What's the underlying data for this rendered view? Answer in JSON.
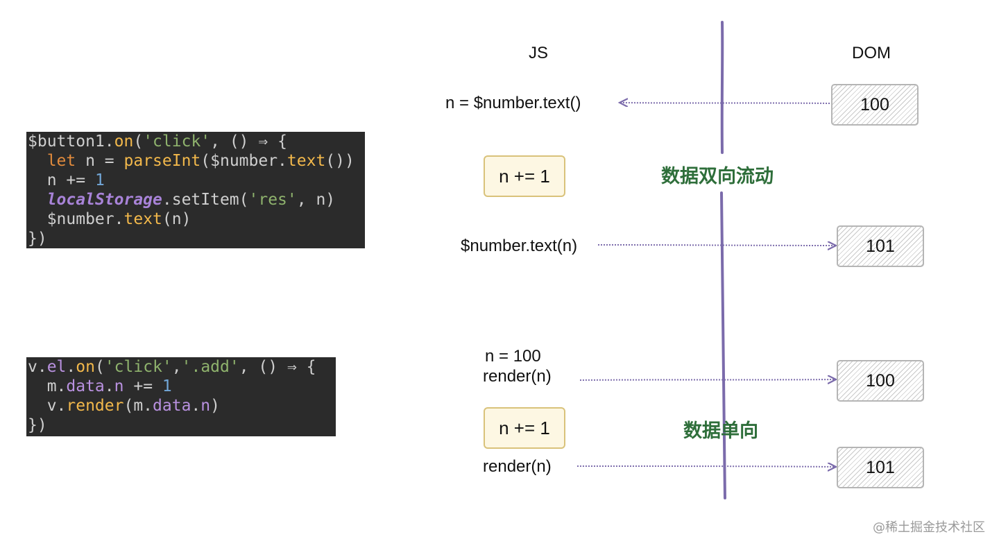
{
  "code_top": [
    [
      {
        "t": "$button1",
        "c": "t-default"
      },
      {
        "t": ".",
        "c": "t-default"
      },
      {
        "t": "on",
        "c": "t-fn"
      },
      {
        "t": "(",
        "c": "t-default"
      },
      {
        "t": "'click'",
        "c": "t-str"
      },
      {
        "t": ", () ⇒ {",
        "c": "t-default"
      }
    ],
    [
      {
        "t": "  ",
        "c": "t-default"
      },
      {
        "t": "let",
        "c": "t-kw"
      },
      {
        "t": " n = ",
        "c": "t-default"
      },
      {
        "t": "parseInt",
        "c": "t-fn"
      },
      {
        "t": "($number.",
        "c": "t-default"
      },
      {
        "t": "text",
        "c": "t-fn"
      },
      {
        "t": "())",
        "c": "t-default"
      }
    ],
    [
      {
        "t": "  n += ",
        "c": "t-default"
      },
      {
        "t": "1",
        "c": "t-num"
      }
    ],
    [
      {
        "t": "  ",
        "c": "t-default"
      },
      {
        "t": "localStorage",
        "c": "t-global"
      },
      {
        "t": ".setItem(",
        "c": "t-default"
      },
      {
        "t": "'res'",
        "c": "t-str"
      },
      {
        "t": ", n)",
        "c": "t-default"
      }
    ],
    [
      {
        "t": "  $number.",
        "c": "t-default"
      },
      {
        "t": "text",
        "c": "t-fn"
      },
      {
        "t": "(n)",
        "c": "t-default"
      }
    ],
    [
      {
        "t": "})",
        "c": "t-default"
      }
    ]
  ],
  "code_bottom": [
    [
      {
        "t": "v.",
        "c": "t-default"
      },
      {
        "t": "el",
        "c": "t-prop"
      },
      {
        "t": ".",
        "c": "t-default"
      },
      {
        "t": "on",
        "c": "t-fn"
      },
      {
        "t": "(",
        "c": "t-default"
      },
      {
        "t": "'click'",
        "c": "t-str"
      },
      {
        "t": ",",
        "c": "t-default"
      },
      {
        "t": "'.add'",
        "c": "t-str"
      },
      {
        "t": ", () ⇒ {",
        "c": "t-default"
      }
    ],
    [
      {
        "t": "  m.",
        "c": "t-default"
      },
      {
        "t": "data",
        "c": "t-prop"
      },
      {
        "t": ".",
        "c": "t-default"
      },
      {
        "t": "n",
        "c": "t-prop"
      },
      {
        "t": " += ",
        "c": "t-default"
      },
      {
        "t": "1",
        "c": "t-num"
      }
    ],
    [
      {
        "t": "  v.",
        "c": "t-default"
      },
      {
        "t": "render",
        "c": "t-fn"
      },
      {
        "t": "(m.",
        "c": "t-default"
      },
      {
        "t": "data",
        "c": "t-prop"
      },
      {
        "t": ".",
        "c": "t-default"
      },
      {
        "t": "n",
        "c": "t-prop"
      },
      {
        "t": ")",
        "c": "t-default"
      }
    ],
    [
      {
        "t": "})",
        "c": "t-default"
      }
    ]
  ],
  "diagram": {
    "header_js": "JS",
    "header_dom": "DOM",
    "label_read": "n  =  $number.text()",
    "box_increment_1": "n += 1",
    "label_write": "$number.text(n)",
    "note_two_way": "数据双向流动",
    "label_assign_line1": "n = 100",
    "label_assign_line2": "render(n)",
    "box_increment_2": "n += 1",
    "note_one_way": "数据单向",
    "label_render": "render(n)",
    "dom_values": [
      "100",
      "101",
      "100",
      "101"
    ]
  },
  "watermark": "@稀土掘金技术社区",
  "colors": {
    "arrow": "#7b6bab",
    "divider": "#7b6bab",
    "note_text": "#2e6e3a",
    "code_bg": "#2b2b2b"
  }
}
